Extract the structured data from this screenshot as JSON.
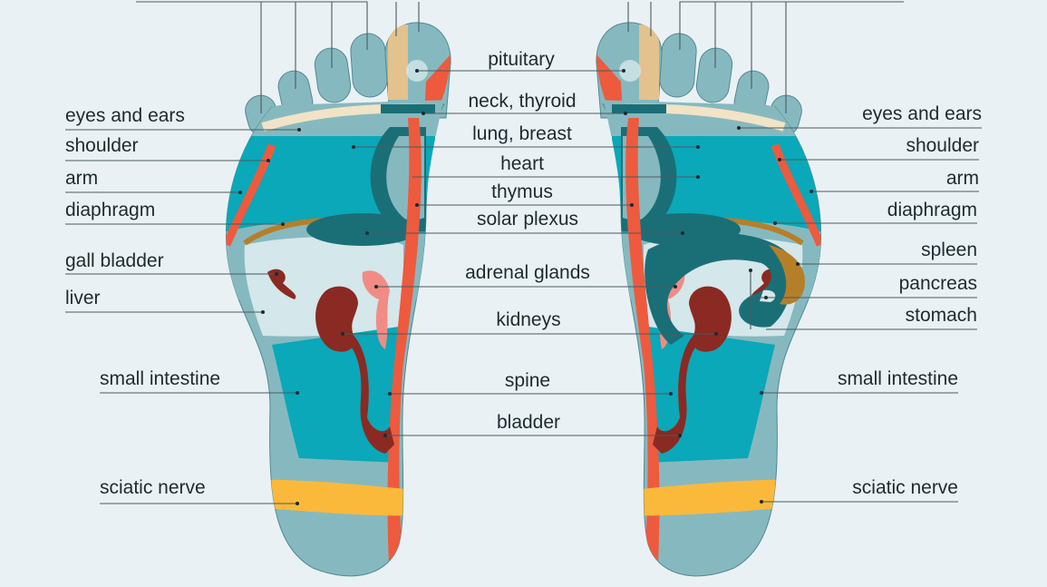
{
  "colors": {
    "background": "#eaf1f4",
    "foot_outer": "#86b9bf",
    "teal": "#0aa8b8",
    "dark_teal": "#1a6f77",
    "spine_red": "#ee5a3e",
    "sciatic_yellow": "#fbb93b",
    "kidney": "#8a2a22",
    "adrenal_pink": "#f08c85",
    "light": "#d4e7ea",
    "tan": "#e3c28e",
    "brown": "#b57f2a",
    "line": "#4a5a60"
  },
  "left_labels": [
    "eyes and ears",
    "shoulder",
    "arm",
    "diaphragm",
    "gall bladder",
    "liver",
    "small intestine",
    "sciatic nerve"
  ],
  "center_labels": [
    "pituitary",
    "neck, thyroid",
    "lung, breast",
    "heart",
    "thymus",
    "solar plexus",
    "adrenal glands",
    "kidneys",
    "spine",
    "bladder"
  ],
  "right_labels": [
    "eyes and ears",
    "shoulder",
    "arm",
    "diaphragm",
    "spleen",
    "pancreas",
    "stomach",
    "small intestine",
    "sciatic nerve"
  ]
}
